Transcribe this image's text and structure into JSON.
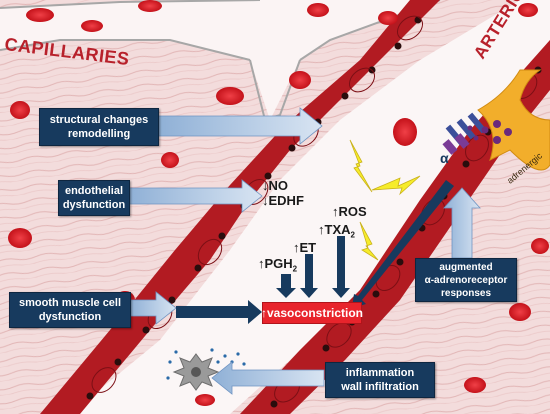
{
  "labels": {
    "capillaries": "CAPILLARIES",
    "arteriole": "ARTERIOLE"
  },
  "boxes": {
    "structural": [
      "structural changes",
      "remodelling"
    ],
    "endothelial": [
      "endothelial",
      "dysfunction"
    ],
    "smooth_muscle": [
      "smooth muscle cell",
      "dysfunction"
    ],
    "inflammation": [
      "inflammation",
      "wall infiltration"
    ],
    "alpha": [
      "augmented",
      "α-adrenoreceptor",
      "responses"
    ]
  },
  "mediators": {
    "no": "↓NO",
    "edhf": "↓EDHF",
    "ros": "↑ROS",
    "txa2": "↑TXA",
    "txa2_sub": "2",
    "et": "↑ET",
    "pgh2": "↑PGH",
    "pgh2_sub": "2"
  },
  "vasoconstriction": "↑vasoconstriction",
  "receptor": {
    "alpha": "α",
    "adrenergic": "adrenergic"
  },
  "colors": {
    "box_fill": "#173a5e",
    "arrow_fill": "#b9cde4",
    "vaso_fill": "#e8242c",
    "rbc": "#e11d24",
    "tissue": "#f3dede",
    "nerve": "#f2ae2b"
  }
}
